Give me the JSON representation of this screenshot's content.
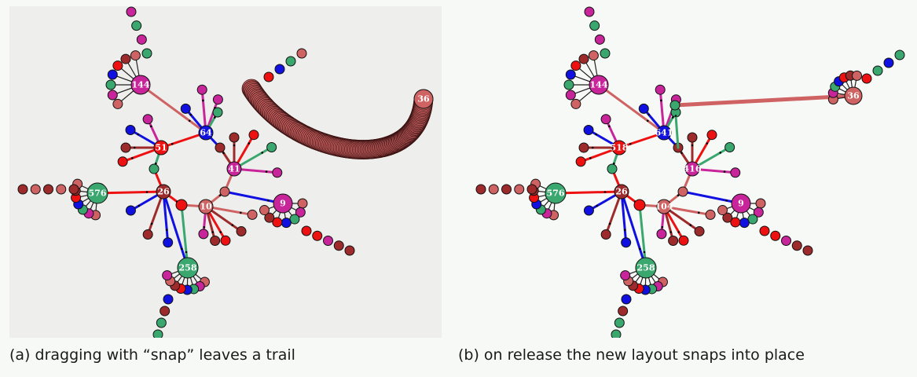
{
  "colors": {
    "blue": "#1010e0",
    "red": "#ee1111",
    "green": "#3aa86e",
    "magenta": "#c8259a",
    "salmon": "#cf6363",
    "maroon": "#9e2b2b",
    "edge_dark": "#000000"
  },
  "panels": [
    {
      "id": "a",
      "caption": "(a) dragging with “snap” leaves a trail",
      "hubs": [
        {
          "label": "144"
        },
        {
          "label": "64"
        },
        {
          "label": "51"
        },
        {
          "label": "41"
        },
        {
          "label": "576"
        },
        {
          "label": "26"
        },
        {
          "label": "10"
        },
        {
          "label": "9"
        },
        {
          "label": "258"
        },
        {
          "label": "36"
        }
      ]
    },
    {
      "id": "b",
      "caption": "(b) on release the new layout snaps into place",
      "hubs": [
        {
          "label": "144"
        },
        {
          "label": "641"
        },
        {
          "label": "518"
        },
        {
          "label": "416"
        },
        {
          "label": "576"
        },
        {
          "label": "26"
        },
        {
          "label": "104"
        },
        {
          "label": "9"
        },
        {
          "label": "258"
        },
        {
          "label": "36"
        }
      ]
    }
  ]
}
